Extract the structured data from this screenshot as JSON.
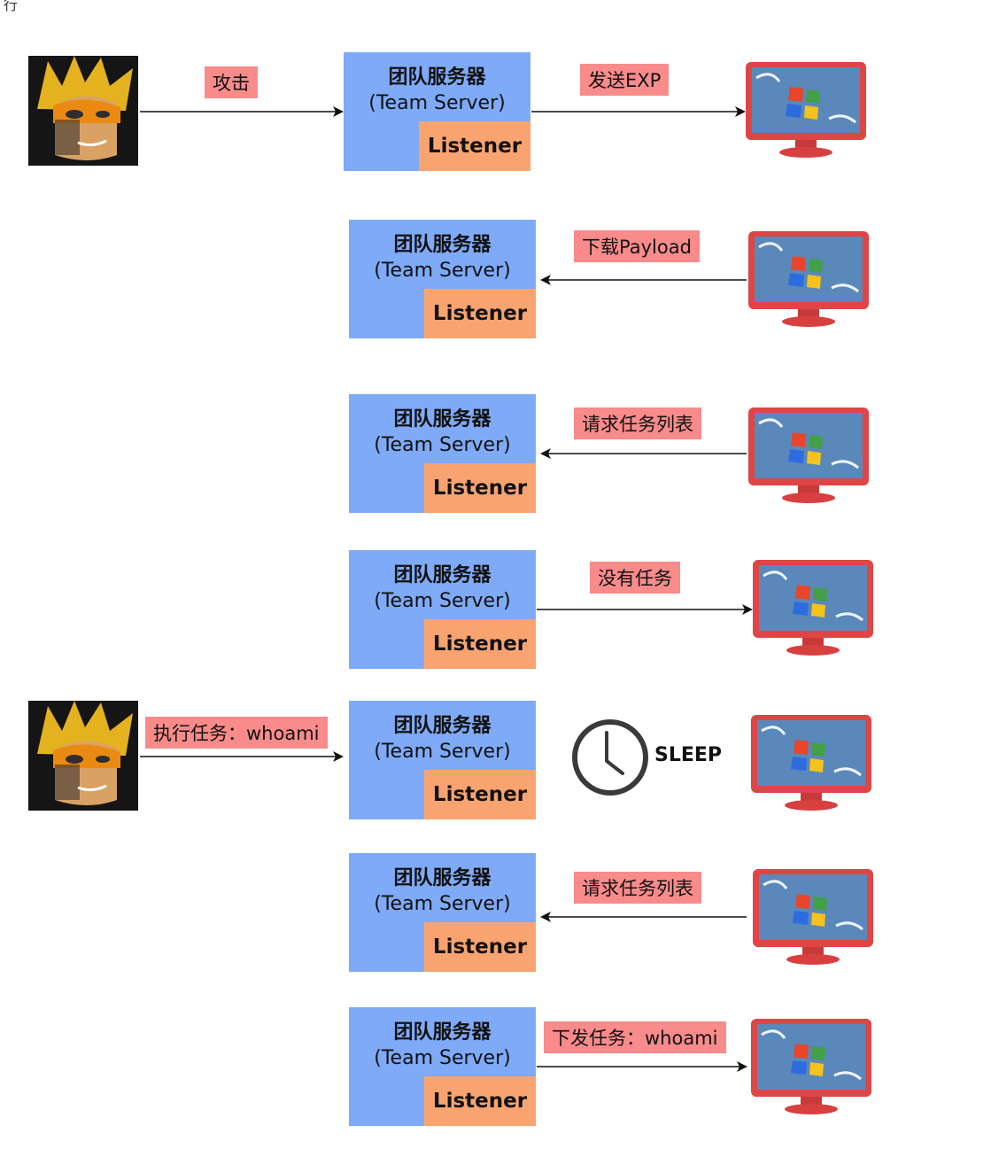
{
  "corner_text": "行",
  "server": {
    "title_cn": "团队服务器",
    "title_en": "(Team Server)",
    "listener": "Listener"
  },
  "labels": {
    "attack": "攻击",
    "send_exp": "发送EXP",
    "download_payload": "下载Payload",
    "request_task_list_1": "请求任务列表",
    "no_task": "没有任务",
    "execute_task": "执行任务：whoami",
    "sleep": "SLEEP",
    "request_task_list_2": "请求任务列表",
    "issue_task": "下发任务：whoami"
  },
  "colors": {
    "server_box": "#7eaaf7",
    "listener_box": "#f9a470",
    "label_box": "#f98b8b",
    "monitor_frame": "#e04545"
  },
  "icons": {
    "attacker": "hacker-avatar-icon",
    "victim": "windows-monitor-icon",
    "sleep": "clock-icon"
  }
}
